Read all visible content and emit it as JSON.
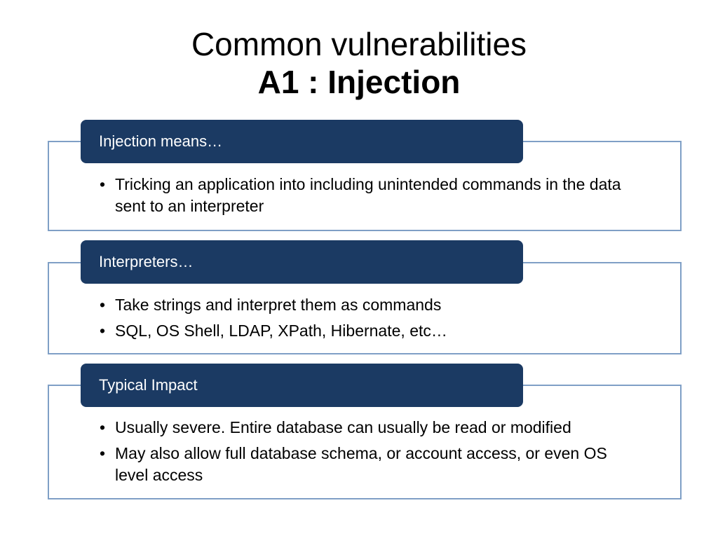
{
  "title": {
    "line1": "Common vulnerabilities",
    "line2": "A1 : Injection"
  },
  "bullet_glyph": "•",
  "sections": [
    {
      "header": "Injection means…",
      "bullets": [
        "Tricking an application into including unintended commands in the data sent to an interpreter"
      ]
    },
    {
      "header": "Interpreters…",
      "bullets": [
        "Take strings and interpret them as commands",
        "SQL, OS Shell, LDAP, XPath, Hibernate, etc…"
      ]
    },
    {
      "header": "Typical Impact",
      "bullets": [
        "Usually severe. Entire database can usually be read or modified",
        "May also allow full database schema, or account access, or even OS level access"
      ]
    }
  ]
}
